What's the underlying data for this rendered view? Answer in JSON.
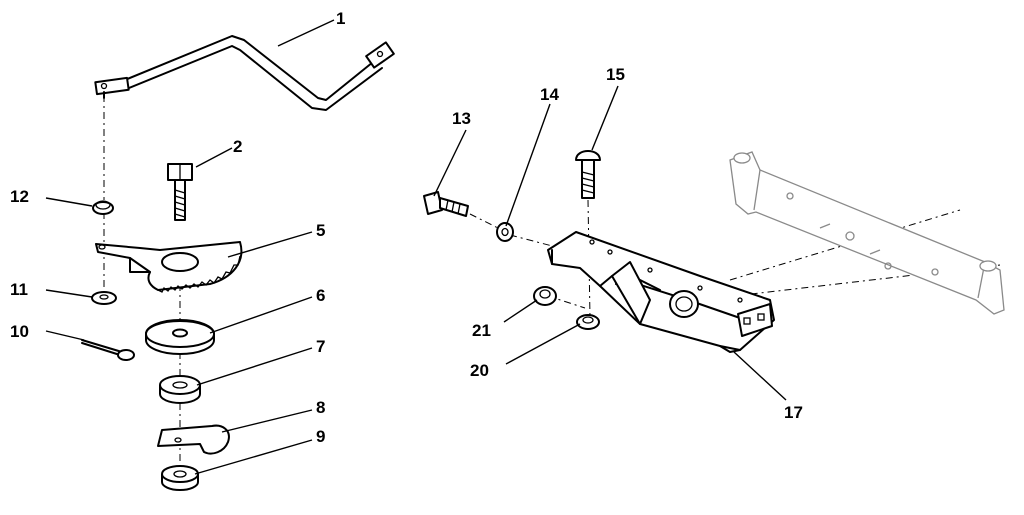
{
  "callouts": [
    {
      "id": "1",
      "label": "1"
    },
    {
      "id": "2",
      "label": "2"
    },
    {
      "id": "5",
      "label": "5"
    },
    {
      "id": "6",
      "label": "6"
    },
    {
      "id": "7",
      "label": "7"
    },
    {
      "id": "8",
      "label": "8"
    },
    {
      "id": "9",
      "label": "9"
    },
    {
      "id": "10",
      "label": "10"
    },
    {
      "id": "11",
      "label": "11"
    },
    {
      "id": "12",
      "label": "12"
    },
    {
      "id": "13",
      "label": "13"
    },
    {
      "id": "14",
      "label": "14"
    },
    {
      "id": "15",
      "label": "15"
    },
    {
      "id": "17",
      "label": "17"
    },
    {
      "id": "20",
      "label": "20"
    },
    {
      "id": "21",
      "label": "21"
    }
  ]
}
